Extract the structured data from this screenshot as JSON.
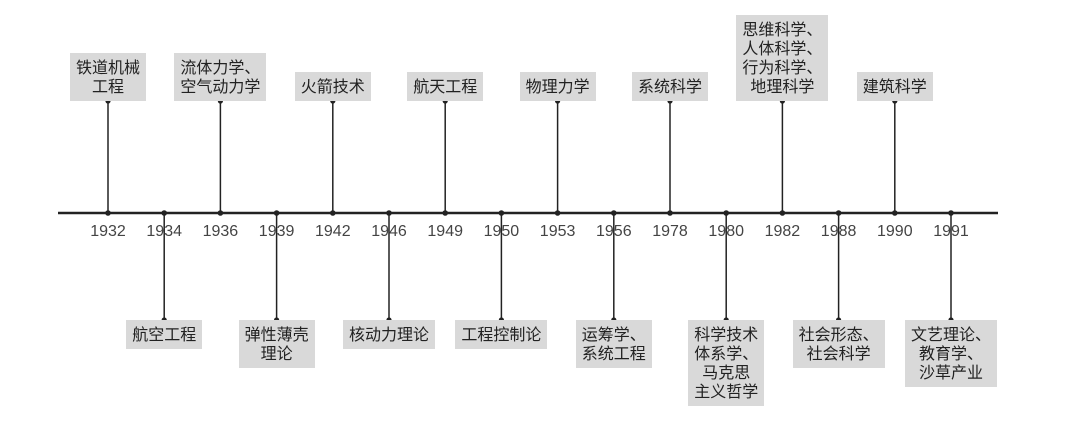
{
  "timeline": {
    "events": [
      {
        "year": "1932",
        "pos": "top",
        "lines": [
          "铁道机械",
          "工程"
        ]
      },
      {
        "year": "1934",
        "pos": "bottom",
        "lines": [
          "航空工程"
        ]
      },
      {
        "year": "1936",
        "pos": "top",
        "lines": [
          "流体力学、",
          "空气动力学"
        ]
      },
      {
        "year": "1939",
        "pos": "bottom",
        "lines": [
          "弹性薄壳",
          "理论"
        ]
      },
      {
        "year": "1942",
        "pos": "top",
        "lines": [
          "火箭技术"
        ]
      },
      {
        "year": "1946",
        "pos": "bottom",
        "lines": [
          "核动力理论"
        ]
      },
      {
        "year": "1949",
        "pos": "top",
        "lines": [
          "航天工程"
        ]
      },
      {
        "year": "1950",
        "pos": "bottom",
        "lines": [
          "工程控制论"
        ]
      },
      {
        "year": "1953",
        "pos": "top",
        "lines": [
          "物理力学"
        ]
      },
      {
        "year": "1956",
        "pos": "bottom",
        "lines": [
          "运筹学、",
          "系统工程"
        ]
      },
      {
        "year": "1978",
        "pos": "top",
        "lines": [
          "系统科学"
        ]
      },
      {
        "year": "1980",
        "pos": "bottom",
        "lines": [
          "科学技术",
          "体系学、",
          "马克思",
          "主义哲学"
        ]
      },
      {
        "year": "1982",
        "pos": "top",
        "lines": [
          "思维科学、",
          "人体科学、",
          "行为科学、",
          "地理科学"
        ]
      },
      {
        "year": "1988",
        "pos": "bottom",
        "lines": [
          "社会形态、",
          "社会科学"
        ]
      },
      {
        "year": "1990",
        "pos": "top",
        "lines": [
          "建筑科学"
        ]
      },
      {
        "year": "1991",
        "pos": "bottom",
        "lines": [
          "文艺理论、",
          "教育学、",
          "沙草产业"
        ]
      }
    ]
  },
  "colors": {
    "axis": "#222222",
    "box": "#d9d9d9",
    "text": "#222222"
  }
}
